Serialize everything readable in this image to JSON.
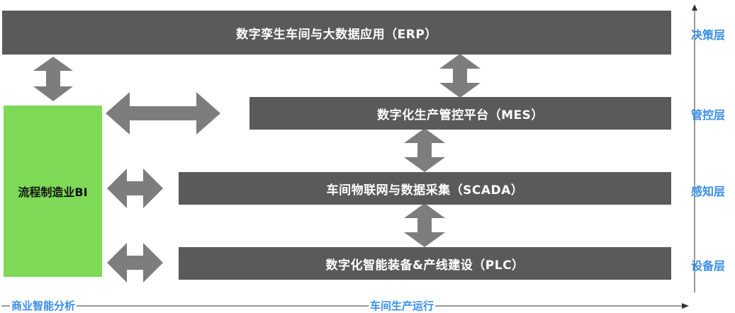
{
  "layers": {
    "erp": "数字孪生车间与大数据应用（ERP）",
    "mes": "数字化生产管控平台（MES）",
    "scada": "车间物联网与数据采集（SCADA）",
    "plc": "数字化智能装备&产线建设（PLC）"
  },
  "bi_box": "流程制造业BI",
  "side_labels": [
    "决策层",
    "管控层",
    "感知层",
    "设备层"
  ],
  "bottom_axis": {
    "left": "商业智能分析",
    "middle": "车间生产运行"
  },
  "colors": {
    "bar": "#5a5a5a",
    "arrow": "#7d7d7d",
    "bi": "#7ed957",
    "label": "#3a8ee6",
    "axis": "#333333"
  }
}
